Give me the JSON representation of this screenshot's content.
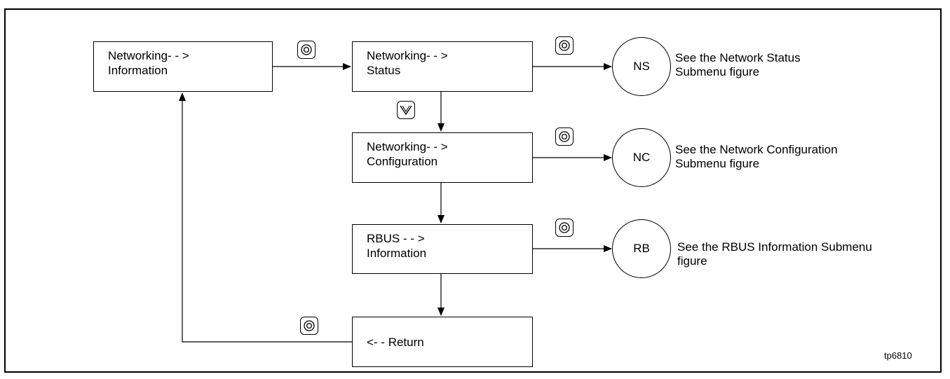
{
  "boxes": {
    "net_info": {
      "line1": "Networking- - >",
      "line2": "Information"
    },
    "net_status": {
      "line1": "Networking- - >",
      "line2": "Status"
    },
    "net_config": {
      "line1": "Networking- - >",
      "line2": "Configuration"
    },
    "rbus_info": {
      "line1": "RBUS - - >",
      "line2": "Information"
    },
    "return": {
      "line1": "<- - Return"
    }
  },
  "circles": {
    "ns": "NS",
    "nc": "NC",
    "rb": "RB"
  },
  "notes": {
    "ns": {
      "line1": "See the Network Status",
      "line2": "Submenu figure"
    },
    "nc": {
      "line1": "See the Network Configuration",
      "line2": "Submenu figure"
    },
    "rb": {
      "line1": "See the RBUS Information Submenu",
      "line2": "figure"
    }
  },
  "icons": {
    "select": "select-button-icon",
    "down": "down-arrow-button-icon"
  },
  "reference": "tp6810"
}
